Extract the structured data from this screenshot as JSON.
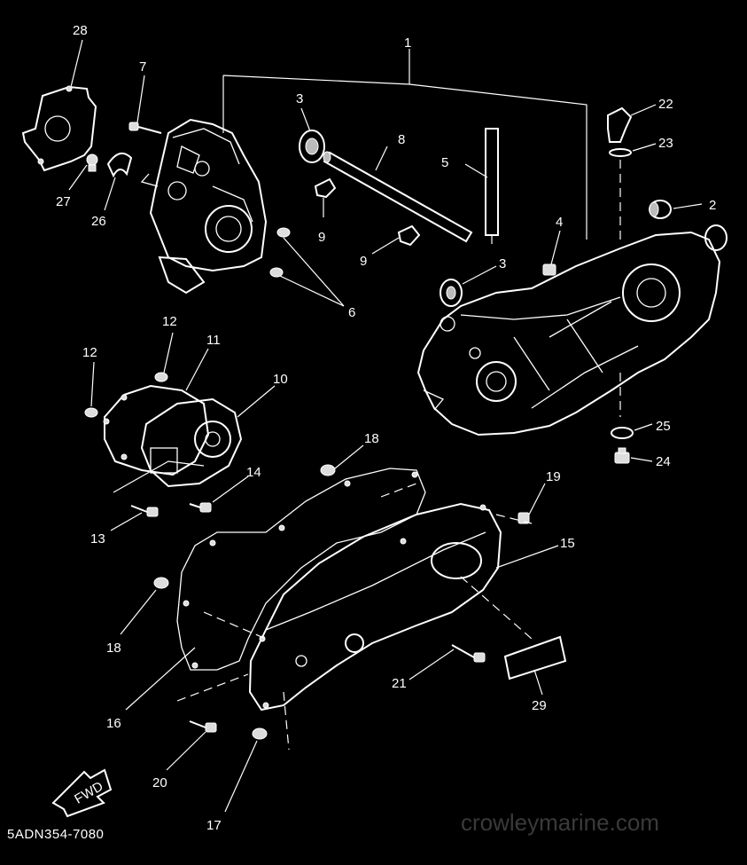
{
  "figure_code": "5ADN354-7080",
  "watermark": "crowleymarine.com",
  "fwd_label": "FWD",
  "callouts": {
    "c1": "1",
    "c2": "2",
    "c3a": "3",
    "c3b": "3",
    "c4": "4",
    "c5": "5",
    "c6": "6",
    "c7": "7",
    "c8": "8",
    "c9a": "9",
    "c9b": "9",
    "c10": "10",
    "c11": "11",
    "c12a": "12",
    "c12b": "12",
    "c13": "13",
    "c14": "14",
    "c15": "15",
    "c16": "16",
    "c17": "17",
    "c18a": "18",
    "c18b": "18",
    "c19": "19",
    "c20": "20",
    "c21": "21",
    "c22": "22",
    "c23": "23",
    "c24": "24",
    "c25": "25",
    "c26": "26",
    "c27": "27",
    "c28": "28",
    "c29": "29"
  }
}
